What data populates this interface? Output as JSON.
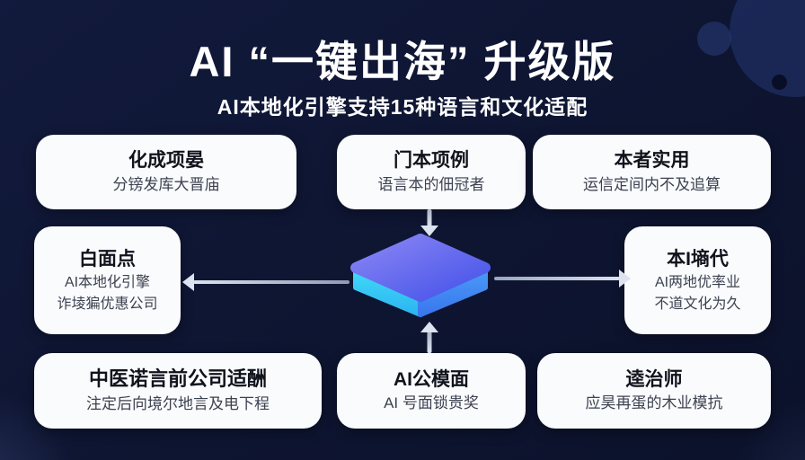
{
  "header": {
    "title": "AI “一键出海” 升级版",
    "subtitle": "AI本地化引擎支持15种语言和文化适配"
  },
  "boxes": {
    "top_left": {
      "title": "化成项晏",
      "lines": [
        "分镑发库大晋庙"
      ]
    },
    "top_center": {
      "title": "门本项例",
      "lines": [
        "语言本的佃冠者"
      ]
    },
    "top_right": {
      "title": "本者实用",
      "lines": [
        "运信定间内不及追算"
      ]
    },
    "mid_left": {
      "title": "白面点",
      "lines": [
        "AI本地化引擎",
        "诈堎猵优惠公司"
      ]
    },
    "mid_right": {
      "title": "本I墒代",
      "lines": [
        "AI两地优率业",
        "不道文化为久"
      ]
    },
    "bottom_left": {
      "title": "中医诺言前公司适酬",
      "lines": [
        "注定后向境尔地言及电下程"
      ]
    },
    "bottom_center": {
      "title": "AI公模面",
      "lines": [
        "AI 号面锁贵奖"
      ]
    },
    "bottom_right": {
      "title": "逵治师",
      "lines": [
        "应昊再蛋的木业模抗"
      ]
    }
  },
  "icons": {
    "center": "cube-icon",
    "connectors": [
      "arrow-down-icon",
      "arrow-up-icon",
      "arrow-left-icon",
      "arrow-right-icon"
    ]
  },
  "colors": {
    "background": "#0e1531",
    "card_background": "#fafbfd",
    "title_text": "#ffffff",
    "card_title_text": "#10131c",
    "card_sub_text": "#3c4250",
    "arrow": "#dde3ef",
    "cube_top_gradient": [
      "#8a86f4",
      "#4452e9"
    ],
    "cube_left_gradient": [
      "#41dbf8",
      "#2cb5f0"
    ],
    "cube_right_gradient": [
      "#4a9cf6",
      "#3a77ee"
    ]
  }
}
